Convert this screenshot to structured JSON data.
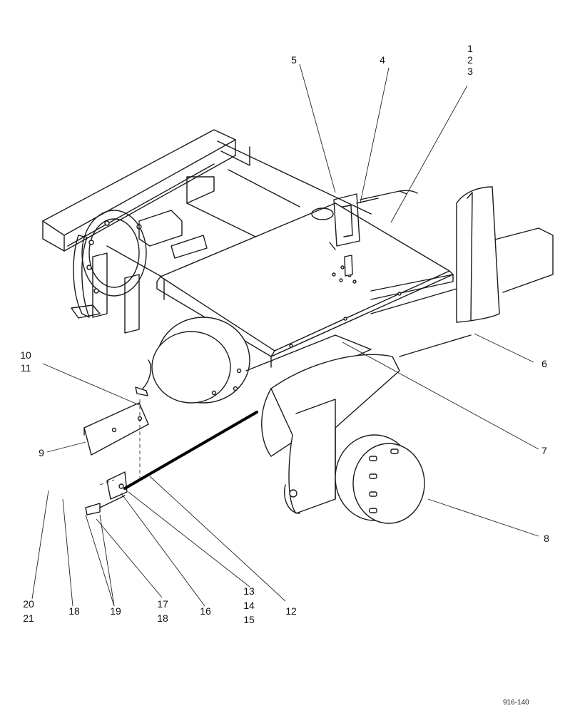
{
  "callouts": {
    "c1": "1",
    "c2": "2",
    "c3": "3",
    "c4": "4",
    "c5": "5",
    "c6": "6",
    "c7": "7",
    "c8": "8",
    "c9": "9",
    "c10": "10",
    "c11": "11",
    "c12": "12",
    "c13": "13",
    "c14": "14",
    "c15": "15",
    "c16": "16",
    "c17": "17",
    "c18a": "18",
    "c18b": "18",
    "c19": "19",
    "c20": "20",
    "c21": "21"
  },
  "figure_ref": "916-140"
}
